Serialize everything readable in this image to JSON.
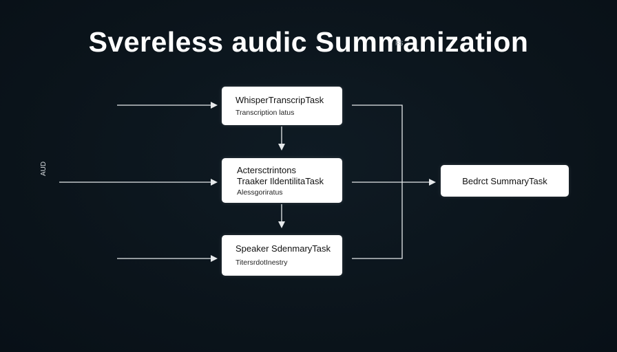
{
  "title": "Svereless audic Summanization",
  "title_mark": "FS",
  "input_label": "AUD",
  "tasks": [
    {
      "name": "WhisperTranscripTask",
      "subtitle": "Transcription latus"
    },
    {
      "name": "Actersctrintons\nTraaker IldentilitaTask",
      "subtitle": "Alessgoriratus"
    },
    {
      "name": "Speaker SdenmaryTask",
      "subtitle": "TitersrdotInestry"
    }
  ],
  "output": {
    "name": "Bedrct SummaryTask"
  },
  "colors": {
    "background": "#0b141b",
    "box": "#ffffff",
    "wire": "#e6e9eb",
    "text_on_dark": "#ffffff"
  }
}
